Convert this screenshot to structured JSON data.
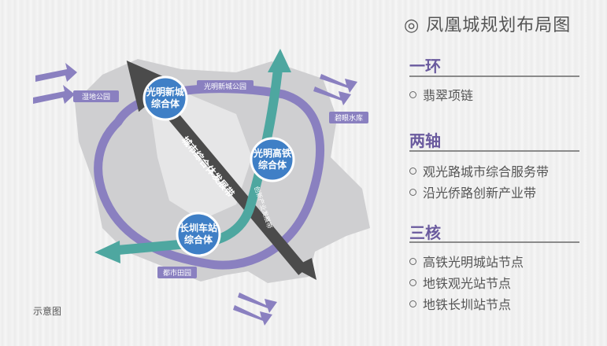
{
  "title": "◎ 凤凰城规划布局图",
  "caption": "示意图",
  "sections": [
    {
      "heading": "一环",
      "items": [
        "翡翠项链"
      ]
    },
    {
      "heading": "两轴",
      "items": [
        "观光路城市综合服务带",
        "沿光侨路创新产业带"
      ]
    },
    {
      "heading": "三核",
      "items": [
        "高铁光明城站节点",
        "地铁观光站节点",
        "地铁长圳站节点"
      ]
    }
  ],
  "map": {
    "hubs": {
      "guangming_newcity": [
        "光明新城",
        "综合体"
      ],
      "gaotie": [
        "光明高铁",
        "综合体"
      ],
      "changzhen": [
        "长圳车站",
        "综合体"
      ]
    },
    "tags": {
      "wetland_park": "湿地公园",
      "newcity_park": "光明新城公园",
      "biyan_reservoir": "碧眼水库",
      "urban_farm": "都市田园"
    },
    "axis_label": "城市综合体发展带",
    "innovation_label": "创新产业发展带"
  },
  "colors": {
    "ring": "#8a80c0",
    "teal": "#4ea7a0",
    "hub": "#3f7fc6",
    "axis": "#4b4b4b",
    "tag": "#8a80c0"
  }
}
